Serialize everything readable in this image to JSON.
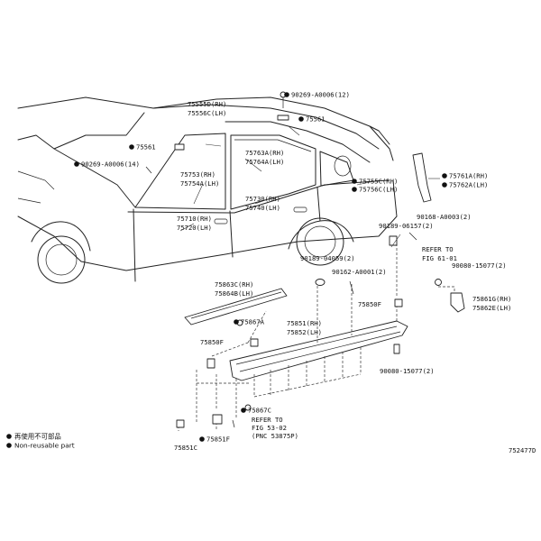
{
  "parts": {
    "p90269_top": "90269-A0006(12)",
    "p75555": "75555D(RH)",
    "p75556": "75556C(LH)",
    "p75561_right": "75561",
    "p75561_left": "75561",
    "p90269_left": "90269-A0006(14)",
    "p75753": "75753(RH)",
    "p75754": "75754A(LH)",
    "p75763": "75763A(RH)",
    "p75764": "75764A(LH)",
    "p75710": "75710(RH)",
    "p75720": "75720(LH)",
    "p75730": "75730(RH)",
    "p75740": "75740(LH)",
    "p75755": "75755C(RH)",
    "p75756": "75756C(LH)",
    "p75761": "75761A(RH)",
    "p75762": "75762A(LH)",
    "p90168": "90168-A0003(2)",
    "p90189_06157": "90189-06157(2)",
    "refer_61_a": "REFER TO",
    "refer_61_b": "FIG 61-01",
    "p90080_right": "90080-15077(2)",
    "p90189_04059": "90189-04059(2)",
    "p90162": "90162-A0001(2)",
    "p75863": "75863C(RH)",
    "p75864": "75864B(LH)",
    "p75861": "75861G(RH)",
    "p75862": "75862E(LH)",
    "p75850_right": "75850F",
    "p75867a": "75867A",
    "p75851": "75851(RH)",
    "p75852": "75852(LH)",
    "p75850_left": "75850F",
    "p90080_bottom": "90080-15077(2)",
    "p75867c": "75867C",
    "refer_53_a": "REFER TO",
    "refer_53_b": "FIG 53-02",
    "refer_53_c": "(PNC 53875P)",
    "p75851f": "75851F",
    "p75851c": "75851C"
  },
  "legend": {
    "cn_label": "再使用不可部品",
    "en_label": "Non-reusable part"
  },
  "figure_id": "752477D"
}
